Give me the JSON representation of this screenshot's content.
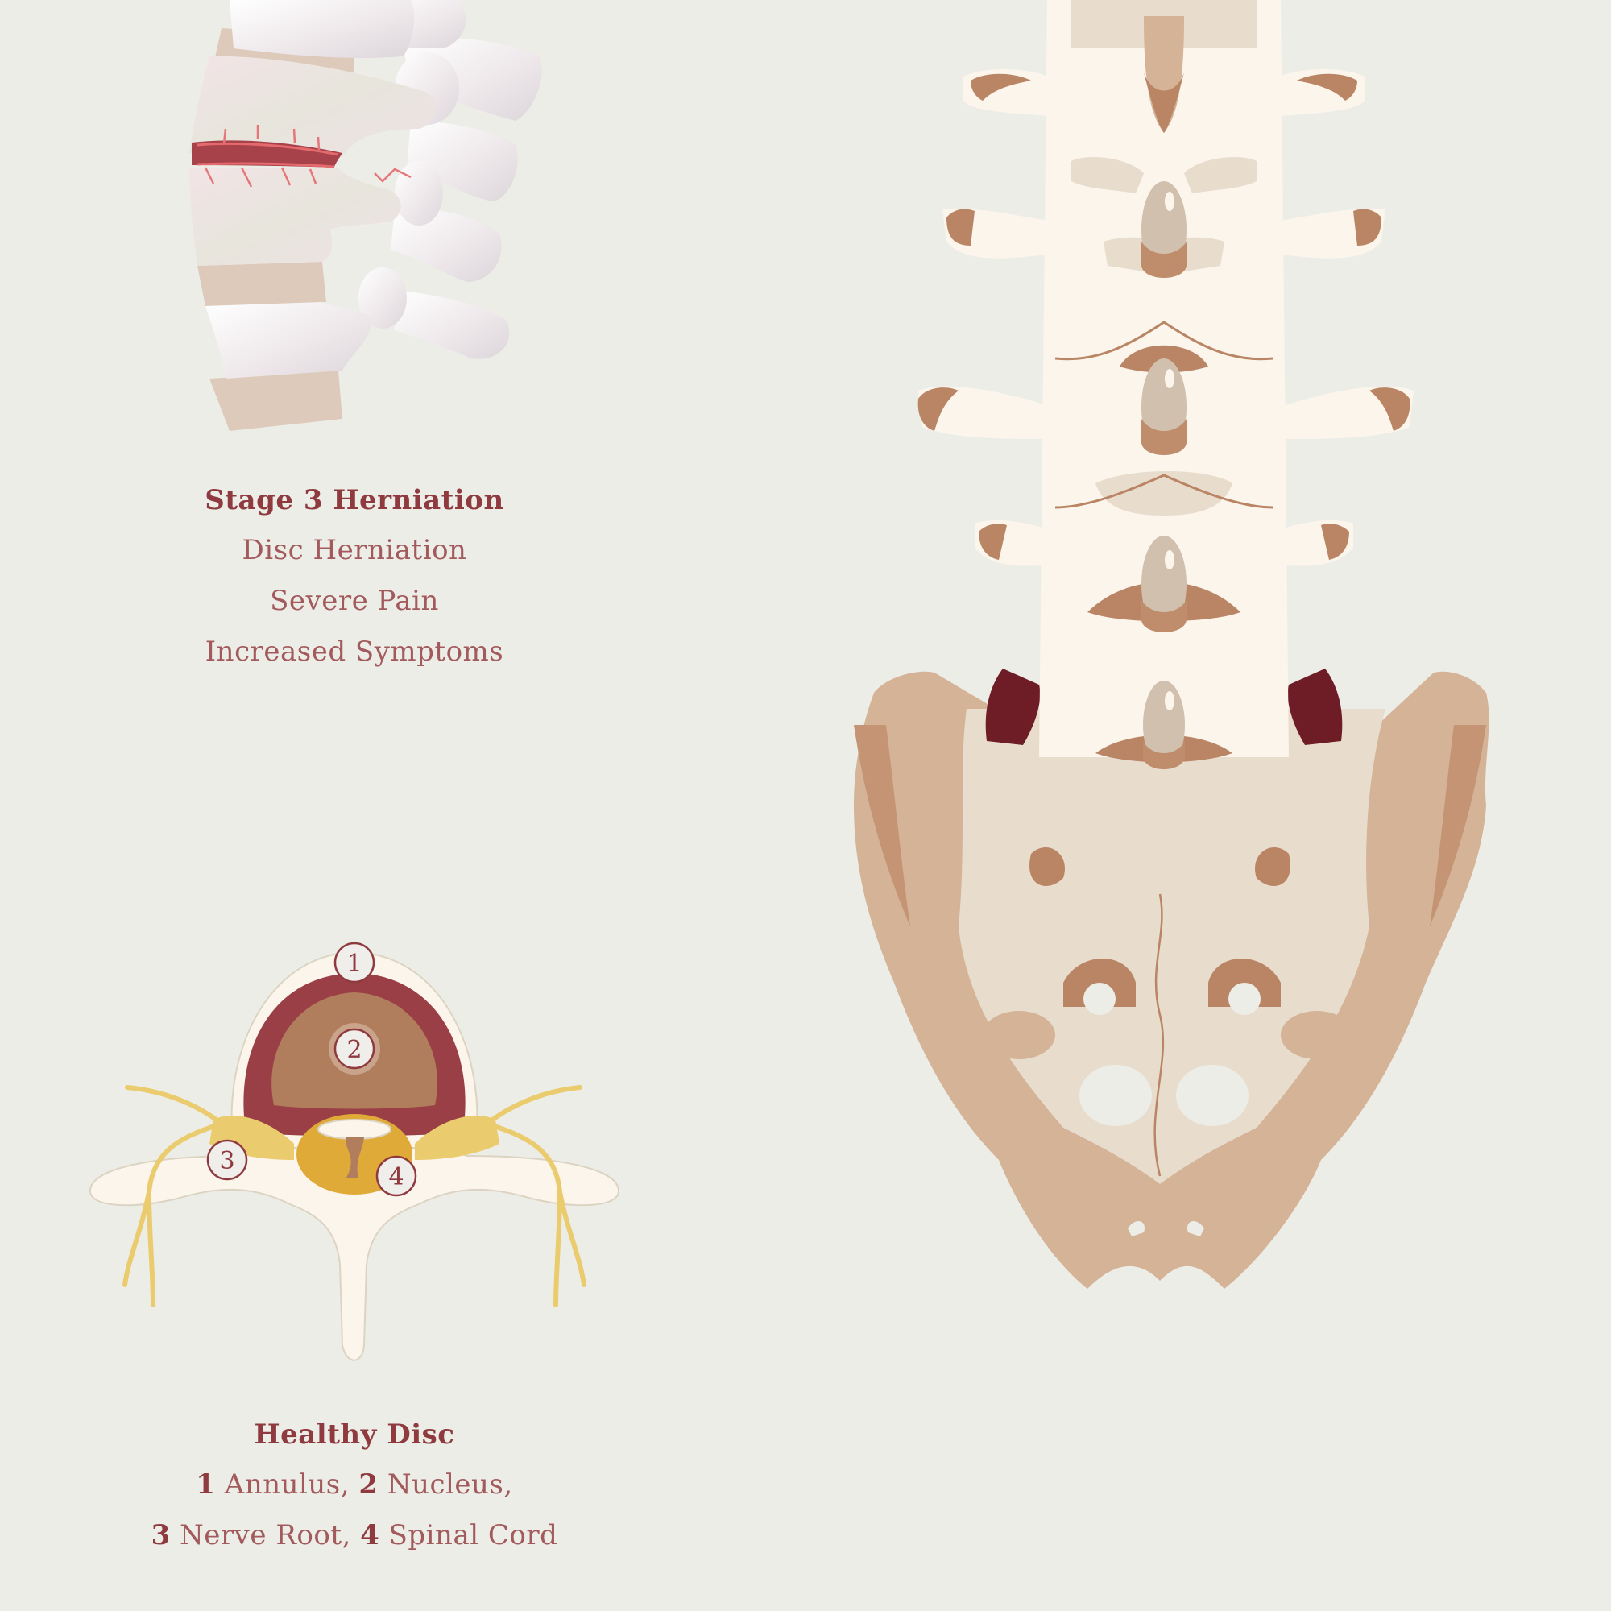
{
  "colors": {
    "background": "#EDEDE8",
    "caption_title": "#8E3A3E",
    "caption_text": "#A25A5C",
    "bone_light": "#FBF5EC",
    "bone_mid": "#E8DCCD",
    "bone_tan": "#D4B397",
    "bone_brown": "#B98564",
    "annulus": "#9A3F45",
    "nucleus": "#B07E5C",
    "nerve": "#EACB6E",
    "spinal_cord": "#E0AA38",
    "inflamed": "#6E1D27",
    "herniation_red": "#B8484E"
  },
  "herniation_panel": {
    "title": "Stage 3 Herniation",
    "lines": [
      "Disc Herniation",
      "Severe Pain",
      "Increased Symptoms"
    ]
  },
  "healthy_disc_panel": {
    "title": "Healthy Disc",
    "legend_line_1": [
      {
        "num": "1",
        "label": " Annulus, "
      },
      {
        "num": "2",
        "label": " Nucleus,"
      }
    ],
    "legend_line_2": [
      {
        "num": "3",
        "label": " Nerve Root, "
      },
      {
        "num": "4",
        "label": " Spinal Cord"
      }
    ],
    "markers": [
      {
        "num": "1",
        "name": "Annulus"
      },
      {
        "num": "2",
        "name": "Nucleus"
      },
      {
        "num": "3",
        "name": "Nerve Root"
      },
      {
        "num": "4",
        "name": "Spinal Cord"
      }
    ]
  },
  "spine_illustration": {
    "view": "posterior lumbar spine and sacrum",
    "highlight": "inflamed facet joints at L5-S1"
  }
}
